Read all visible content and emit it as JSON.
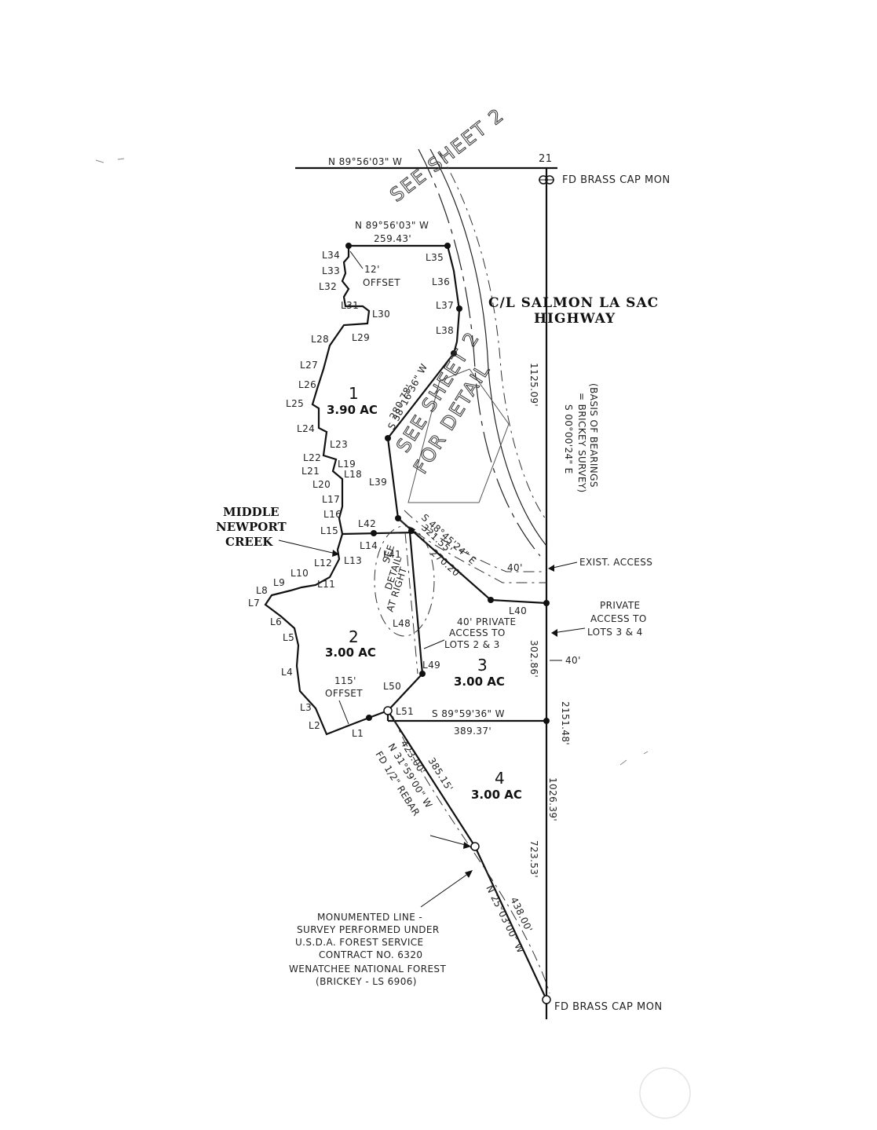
{
  "survey": {
    "section_number": "21",
    "monuments": {
      "top": "FD BRASS CAP MON",
      "bottom": "FD BRASS CAP MON",
      "rebar": "FD 1/2\" REBAR"
    },
    "bearings": {
      "north_line": "N 89°56'03\" W",
      "lot1_top": "N 89°56'03\" W",
      "lot1_top_dist": "259.43'",
      "lot1_diag": "S 38°16'36\" W",
      "lot1_diag_dist": "280.78'",
      "lot3_diag": "S 48°45'24\" E",
      "lot3_diag_dist1": "321.55'",
      "lot3_diag_dist2": "270.20'",
      "lot3_bottom": "S 89°59'36\" W",
      "lot3_bottom_dist": "389.37'",
      "sw_line": "N 31°59'00\" W",
      "sw_line_dist1": "423.00'",
      "sw_line_dist2": "385.15'",
      "s_line": "N 25°03'00\" W",
      "s_line_dist": "438.00'",
      "east_1": "1125.09'",
      "east_2": "302.86'",
      "east_3": "2151.48'",
      "east_4": "1026.39'",
      "east_5": "723.53'"
    },
    "basis": {
      "line1": "(BASIS OF BEARINGS",
      "line2": "= BRICKEY SURVEY)",
      "line3": "S 00°00'24\" E"
    },
    "highway": {
      "line1": "C/L SALMON LA SAC",
      "line2": "HIGHWAY"
    },
    "creek": {
      "line1": "MIDDLE",
      "line2": "NEWPORT",
      "line3": "CREEK"
    },
    "lots": [
      {
        "number": "1",
        "area": "3.90 AC"
      },
      {
        "number": "2",
        "area": "3.00 AC"
      },
      {
        "number": "3",
        "area": "3.00 AC"
      },
      {
        "number": "4",
        "area": "3.00 AC"
      }
    ],
    "notes": {
      "offset12_a": "12'",
      "offset12_b": "OFFSET",
      "offset115_a": "115'",
      "offset115_b": "OFFSET",
      "access40": "40'",
      "access40_b": "40'",
      "exist_access": "EXIST. ACCESS",
      "private_34_a": "PRIVATE",
      "private_34_b": "ACCESS TO",
      "private_34_c": "LOTS 3 & 4",
      "private_23_a": "40' PRIVATE",
      "private_23_b": "ACCESS TO",
      "private_23_c": "LOTS 2 & 3",
      "see_detail_a": "SEE",
      "see_detail_b": "DETAIL",
      "see_detail_c": "AT RIGHT"
    },
    "handwritten": {
      "see_sheet_top": "SEE SHEET 2",
      "see_sheet_mid_a": "SEE SHEET 2",
      "see_sheet_mid_b": "FOR DETAIL"
    },
    "monumented_note": [
      "MONUMENTED LINE -",
      "SURVEY PERFORMED UNDER",
      "U.S.D.A. FOREST SERVICE",
      "CONTRACT NO. 6320",
      "WENATCHEE NATIONAL FOREST",
      "(BRICKEY - LS 6906)"
    ],
    "line_labels": [
      "L1",
      "L2",
      "L3",
      "L4",
      "L5",
      "L6",
      "L7",
      "L8",
      "L9",
      "L10",
      "L11",
      "L12",
      "L13",
      "L14",
      "L15",
      "L16",
      "L17",
      "L18",
      "L19",
      "L20",
      "L21",
      "L22",
      "L23",
      "L24",
      "L25",
      "L26",
      "L27",
      "L28",
      "L29",
      "L30",
      "L31",
      "L32",
      "L33",
      "L34",
      "L35",
      "L36",
      "L37",
      "L38",
      "L39",
      "L40",
      "L41",
      "L42",
      "L48",
      "L49",
      "L50",
      "L51"
    ]
  }
}
